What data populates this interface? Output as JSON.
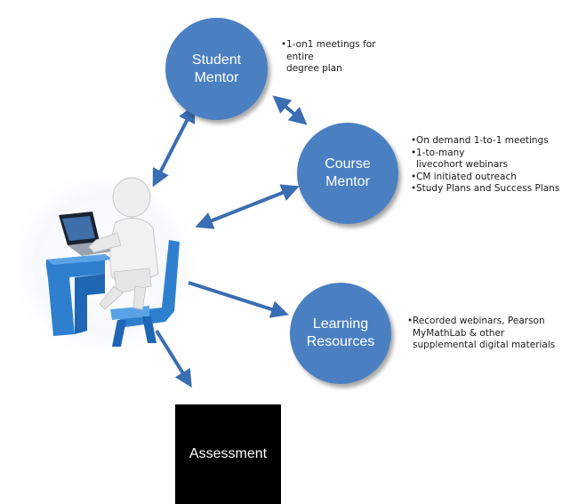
{
  "nodes": {
    "student_mentor": {
      "line1": "Student",
      "line2": "Mentor"
    },
    "course_mentor": {
      "line1": "Course",
      "line2": "Mentor"
    },
    "learning_resources": {
      "line1": "Learning",
      "line2": "Resources"
    },
    "assessment": {
      "label": "Assessment"
    }
  },
  "notes": {
    "student_mentor": [
      "1-on1 meetings for entire",
      "degree plan"
    ],
    "course_mentor": [
      "On demand 1-to-1 meetings",
      "1-to-many livecohort webinars",
      "CM initiated outreach",
      "Study Plans and Success Plans"
    ],
    "learning_resources": [
      "Recorded webinars, Pearson MyMathLab & other supplemental digital materials"
    ]
  },
  "colors": {
    "node_fill": "#4a80c2",
    "arrow": "#3a6eb2",
    "assessment_fill": "#000000"
  },
  "icons": {
    "student": "student-at-laptop-icon"
  }
}
